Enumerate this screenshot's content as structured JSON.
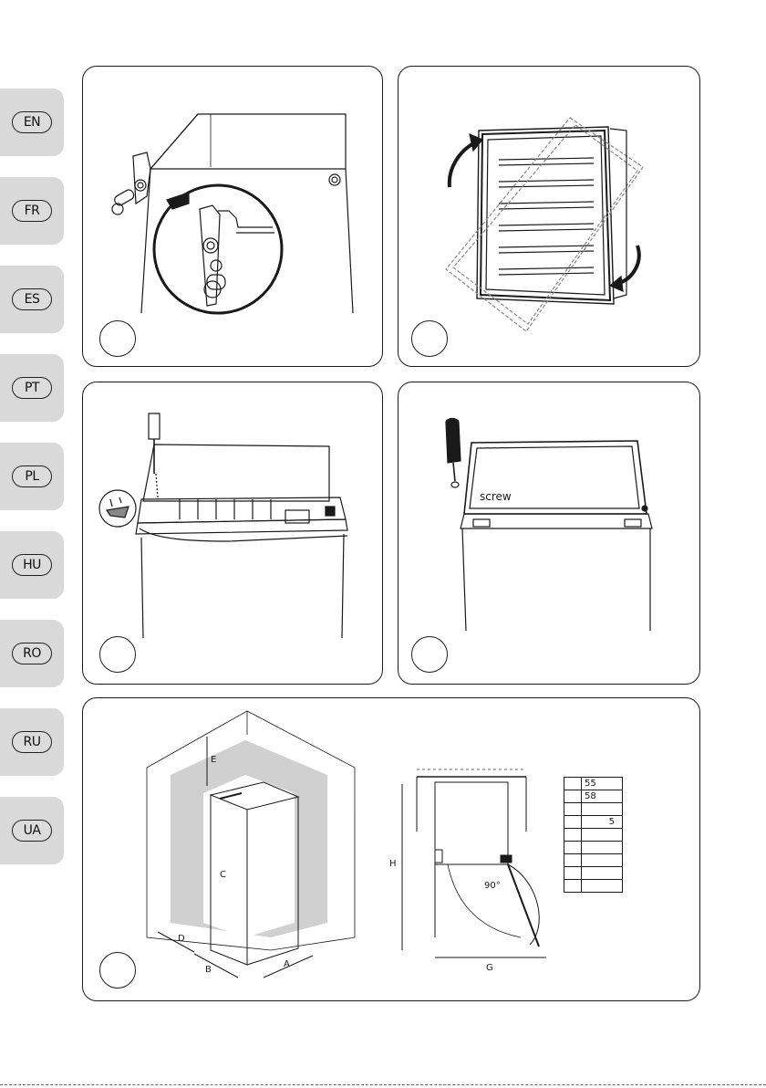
{
  "languages": [
    "EN",
    "FR",
    "ES",
    "PT",
    "PL",
    "HU",
    "RO",
    "RU",
    "UA"
  ],
  "panel4": {
    "screw_label": "screw"
  },
  "panel5": {
    "labels": {
      "e": "E",
      "c": "C",
      "d": "D",
      "b": "B",
      "a": "A",
      "h": "H",
      "g": "G",
      "angle": "90°"
    },
    "table": [
      "55",
      "58",
      "",
      "5",
      "",
      "",
      "",
      "",
      ""
    ]
  }
}
